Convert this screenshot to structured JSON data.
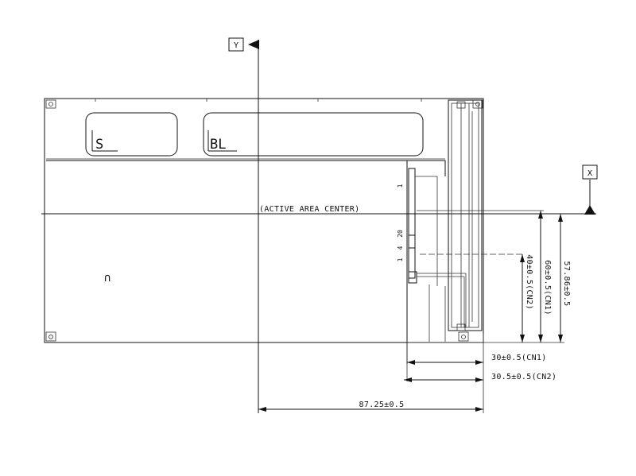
{
  "axes": {
    "y_label": "Y",
    "x_label": "X"
  },
  "labels": {
    "active_area_center": "(ACTIVE AREA CENTER)",
    "s_label": "S",
    "bl_label": "BL",
    "mark_symbol": "∩"
  },
  "connector_pins": {
    "pin_1": "1",
    "pin_20": "20",
    "pin_4": "4",
    "pin_1b": "1"
  },
  "dimensions": {
    "horizontal": [
      {
        "id": "cn1",
        "text": "30±0.5(CN1)"
      },
      {
        "id": "cn2",
        "text": "30.5±0.5(CN2)"
      },
      {
        "id": "total",
        "text": "87.25±0.5"
      }
    ],
    "vertical": [
      {
        "id": "cn2_v",
        "text": "40±0.5(CN2)"
      },
      {
        "id": "cn1_v",
        "text": "60±0.5(CN1)"
      },
      {
        "id": "total_v",
        "text": "57.86±0.5"
      }
    ]
  }
}
